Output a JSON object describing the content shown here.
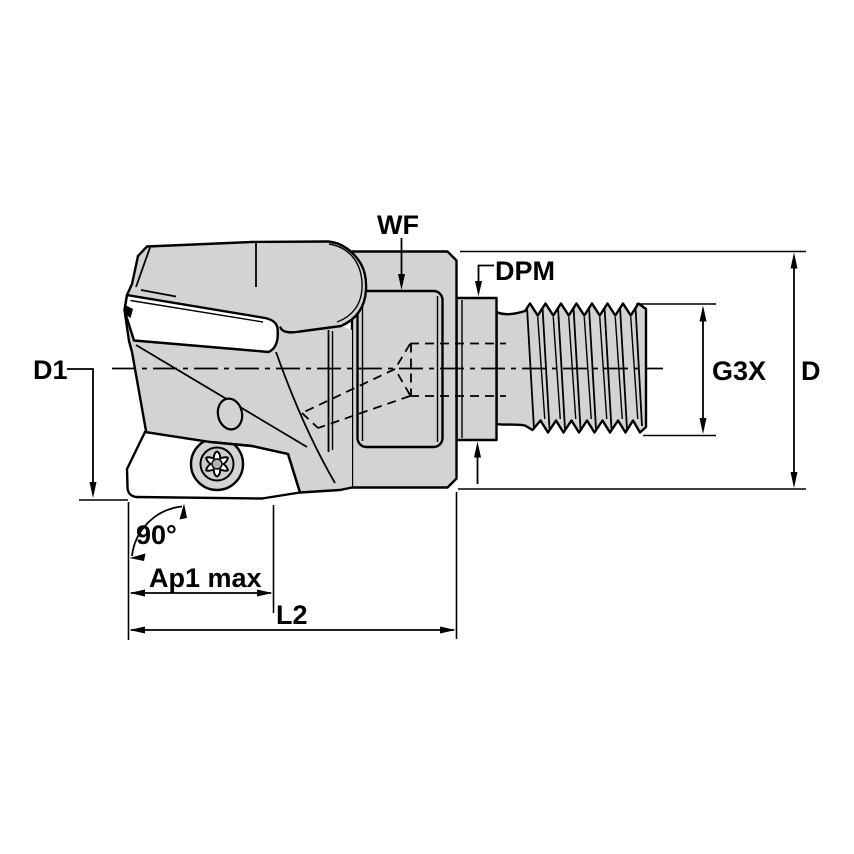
{
  "drawing": {
    "labels": {
      "wf": "WF",
      "dpm": "DPM",
      "d1": "D1",
      "g3x": "G3X",
      "d": "D",
      "angle": "90°",
      "ap1": "Ap1 max",
      "l2": "L2"
    },
    "colors": {
      "body_fill": "#d3d3d3",
      "line": "#000000",
      "background": "#ffffff"
    }
  }
}
